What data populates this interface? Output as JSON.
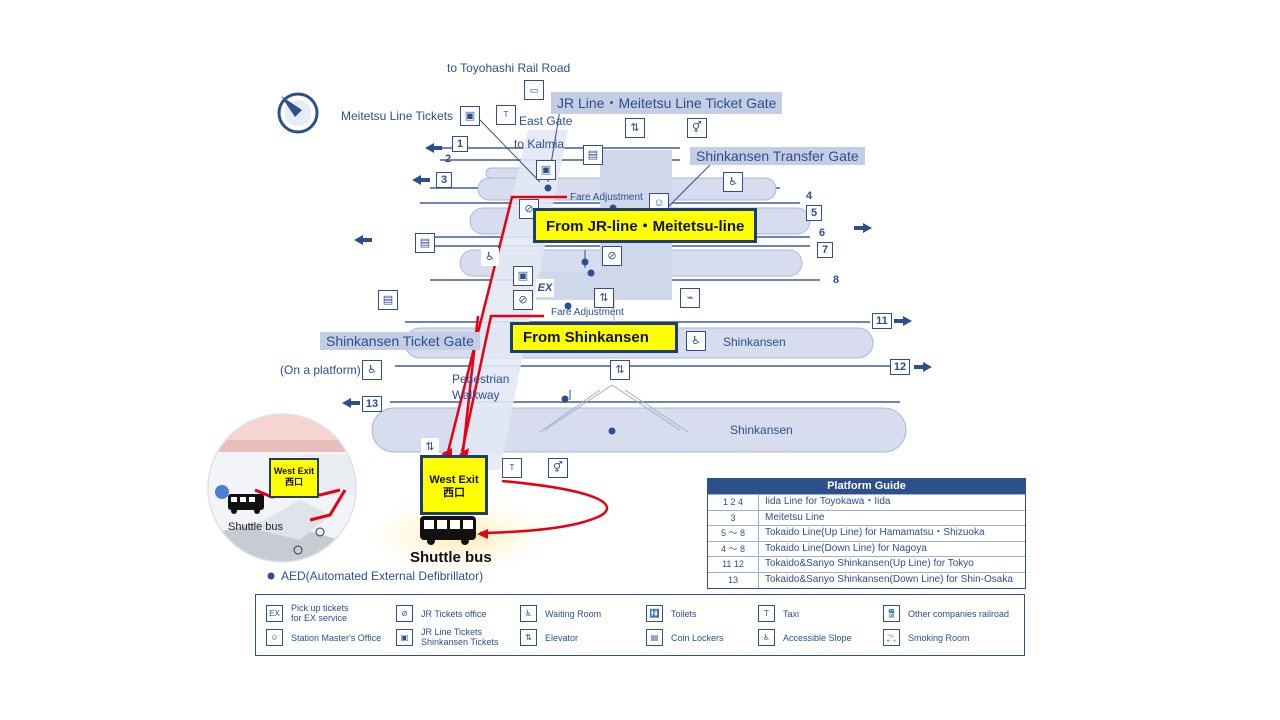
{
  "colors": {
    "accent": "#2d4f8c",
    "platform": "#d7ddef",
    "highlight": "#ffff00",
    "route": "#e60012"
  },
  "labels": {
    "to_toyohashi": "to Toyohashi Rail Road",
    "meitetsu_tickets": "Meitetsu Line Tickets",
    "east_gate": "East Gate",
    "to_kalmia": "to Kalmia",
    "jr_gate": "JR Line・Meitetsu Line Ticket Gate",
    "transfer_gate": "Shinkansen Transfer Gate",
    "fare_adj_1": "Fare Adjustment",
    "fare_adj_2": "Fare Adjustment",
    "shinkansen_gate": "Shinkansen Ticket Gate",
    "on_platform": "(On a platform)",
    "pedestrian_1": "Pedestrian",
    "pedestrian_2": "Walkway",
    "shinkansen_1": "Shinkansen",
    "shinkansen_2": "Shinkansen",
    "ex": "EX",
    "aed": "AED(Automated External Defibrillator)"
  },
  "platforms": [
    "1",
    "2",
    "3",
    "4",
    "5",
    "6",
    "7",
    "8",
    "11",
    "12",
    "13"
  ],
  "callouts": {
    "from_jr": "From JR-line・Meitetsu-line",
    "from_shinkansen": "From Shinkansen",
    "west_exit_en": "West Exit",
    "west_exit_jp": "西口",
    "shuttle_bus": "Shuttle bus",
    "inset_west_exit_en": "West Exit",
    "inset_west_exit_jp": "西口",
    "inset_shuttle_bus": "Shuttle bus"
  },
  "platform_guide": {
    "title": "Platform Guide",
    "rows": [
      {
        "nums": "1 2 4",
        "text": "Iida Line for Toyokawa・Iida"
      },
      {
        "nums": "3",
        "text": "Meitetsu Line"
      },
      {
        "nums": "5 ～ 8",
        "text": "Tokaido Line(Up Line) for Hamamatsu・Shizuoka"
      },
      {
        "nums": "4 ～ 8",
        "text": "Tokaido Line(Down Line) for Nagoya"
      },
      {
        "nums": "11 12",
        "text": "Tokaido&Sanyo Shinkansen(Up Line) for Tokyo"
      },
      {
        "nums": "13",
        "text": "Tokaido&Sanyo Shinkansen(Down Line) for Shin-Osaka"
      }
    ]
  },
  "legend": [
    {
      "icon": "ex-icon",
      "glyph": "EX",
      "line1": "Pick up tickets",
      "line2": "for EX service"
    },
    {
      "icon": "jr-tickets-office-icon",
      "glyph": "⊘",
      "line1": "JR Tickets office",
      "line2": ""
    },
    {
      "icon": "waiting-room-icon",
      "glyph": "♿",
      "line1": "Waiting Room",
      "line2": ""
    },
    {
      "icon": "toilets-icon",
      "glyph": "🚻",
      "line1": "Toilets",
      "line2": ""
    },
    {
      "icon": "taxi-icon",
      "glyph": "T",
      "line1": "Taxi",
      "line2": ""
    },
    {
      "icon": "other-railroad-icon",
      "glyph": "🚆",
      "line1": "Other companies railroad",
      "line2": ""
    },
    {
      "icon": "station-master-icon",
      "glyph": "☺",
      "line1": "Station Master's Office",
      "line2": ""
    },
    {
      "icon": "jr-line-tickets-icon",
      "glyph": "▣",
      "line1": "JR Line Tickets",
      "line2": "Shinkansen Tickets"
    },
    {
      "icon": "elevator-icon",
      "glyph": "⇅",
      "line1": "Elevator",
      "line2": ""
    },
    {
      "icon": "coin-lockers-icon",
      "glyph": "▤",
      "line1": "Coin Lockers",
      "line2": ""
    },
    {
      "icon": "accessible-slope-icon",
      "glyph": "♿",
      "line1": "Accessible Slope",
      "line2": ""
    },
    {
      "icon": "smoking-room-icon",
      "glyph": "🚬",
      "line1": "Smoking Room",
      "line2": ""
    }
  ]
}
